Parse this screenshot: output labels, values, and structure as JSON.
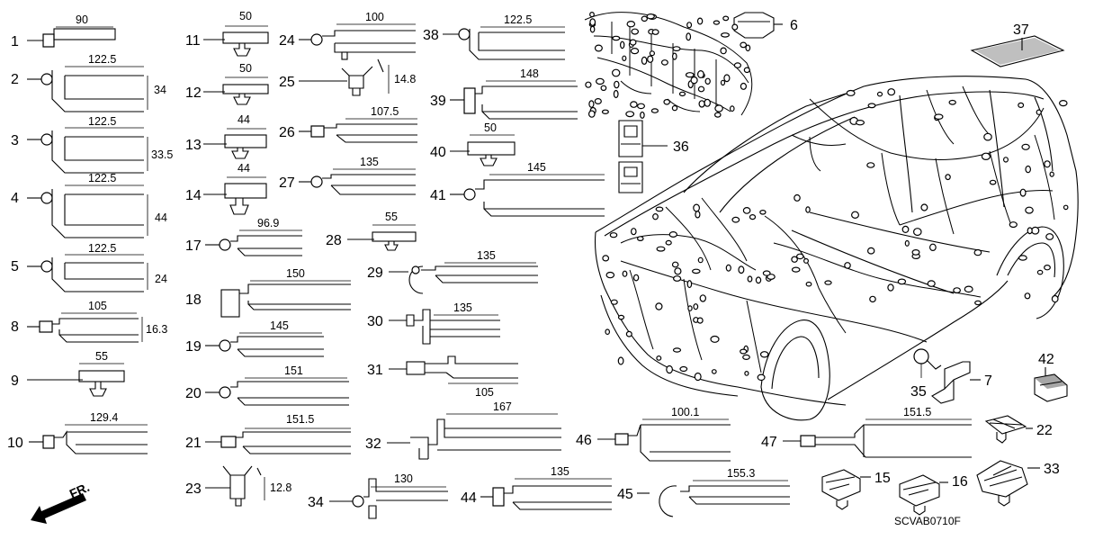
{
  "diagram_code": "SCVAB0710F",
  "front_marker": "FR.",
  "parts": [
    {
      "id": "p1",
      "ref": "1",
      "dims": [
        "90"
      ]
    },
    {
      "id": "p2",
      "ref": "2",
      "dims": [
        "122.5",
        "34"
      ]
    },
    {
      "id": "p3",
      "ref": "3",
      "dims": [
        "122.5",
        "33.5"
      ]
    },
    {
      "id": "p4",
      "ref": "4",
      "dims": [
        "122.5",
        "44"
      ]
    },
    {
      "id": "p5",
      "ref": "5",
      "dims": [
        "122.5",
        "24"
      ]
    },
    {
      "id": "p8",
      "ref": "8",
      "dims": [
        "105",
        "16.3"
      ]
    },
    {
      "id": "p9",
      "ref": "9",
      "dims": [
        "55"
      ]
    },
    {
      "id": "p10",
      "ref": "10",
      "dims": [
        "129.4"
      ]
    },
    {
      "id": "p11",
      "ref": "11",
      "dims": [
        "50"
      ]
    },
    {
      "id": "p12",
      "ref": "12",
      "dims": [
        "50"
      ]
    },
    {
      "id": "p13",
      "ref": "13",
      "dims": [
        "44"
      ]
    },
    {
      "id": "p14",
      "ref": "14",
      "dims": [
        "44"
      ]
    },
    {
      "id": "p17",
      "ref": "17",
      "dims": [
        "96.9"
      ]
    },
    {
      "id": "p18",
      "ref": "18",
      "dims": [
        "150"
      ]
    },
    {
      "id": "p19",
      "ref": "19",
      "dims": [
        "145"
      ]
    },
    {
      "id": "p20",
      "ref": "20",
      "dims": [
        "151"
      ]
    },
    {
      "id": "p21",
      "ref": "21",
      "dims": [
        "151.5"
      ]
    },
    {
      "id": "p23",
      "ref": "23",
      "dims": [
        "12.8"
      ]
    },
    {
      "id": "p24",
      "ref": "24",
      "dims": [
        "100"
      ]
    },
    {
      "id": "p25",
      "ref": "25",
      "dims": [
        "14.8"
      ]
    },
    {
      "id": "p26",
      "ref": "26",
      "dims": [
        "107.5"
      ]
    },
    {
      "id": "p27",
      "ref": "27",
      "dims": [
        "135"
      ]
    },
    {
      "id": "p28",
      "ref": "28",
      "dims": [
        "55"
      ]
    },
    {
      "id": "p29",
      "ref": "29",
      "dims": [
        "135"
      ]
    },
    {
      "id": "p30",
      "ref": "30",
      "dims": [
        "135"
      ]
    },
    {
      "id": "p31",
      "ref": "31",
      "dims": [
        "105"
      ]
    },
    {
      "id": "p32",
      "ref": "32",
      "dims": [
        "167"
      ]
    },
    {
      "id": "p34",
      "ref": "34",
      "dims": [
        "130"
      ]
    },
    {
      "id": "p38",
      "ref": "38",
      "dims": [
        "122.5"
      ]
    },
    {
      "id": "p39",
      "ref": "39",
      "dims": [
        "148"
      ]
    },
    {
      "id": "p40",
      "ref": "40",
      "dims": [
        "50"
      ]
    },
    {
      "id": "p41",
      "ref": "41",
      "dims": [
        "145"
      ]
    },
    {
      "id": "p44",
      "ref": "44",
      "dims": [
        "135"
      ]
    },
    {
      "id": "p45",
      "ref": "45",
      "dims": [
        "155.3"
      ]
    },
    {
      "id": "p46",
      "ref": "46",
      "dims": [
        "100.1"
      ]
    },
    {
      "id": "p47",
      "ref": "47",
      "dims": [
        "151.5"
      ]
    },
    {
      "id": "p6",
      "ref": "6",
      "dims": []
    },
    {
      "id": "p7",
      "ref": "7",
      "dims": []
    },
    {
      "id": "p15",
      "ref": "15",
      "dims": []
    },
    {
      "id": "p16",
      "ref": "16",
      "dims": []
    },
    {
      "id": "p22",
      "ref": "22",
      "dims": []
    },
    {
      "id": "p33",
      "ref": "33",
      "dims": []
    },
    {
      "id": "p35",
      "ref": "35",
      "dims": []
    },
    {
      "id": "p36",
      "ref": "36",
      "dims": []
    },
    {
      "id": "p37",
      "ref": "37",
      "dims": []
    },
    {
      "id": "p42",
      "ref": "42",
      "dims": []
    }
  ]
}
